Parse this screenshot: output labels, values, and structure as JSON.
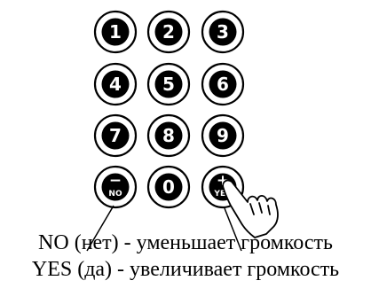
{
  "keypad": {
    "keys": [
      {
        "id": "1",
        "label": "1"
      },
      {
        "id": "2",
        "label": "2"
      },
      {
        "id": "3",
        "label": "3"
      },
      {
        "id": "4",
        "label": "4"
      },
      {
        "id": "5",
        "label": "5"
      },
      {
        "id": "6",
        "label": "6"
      },
      {
        "id": "7",
        "label": "7"
      },
      {
        "id": "8",
        "label": "8"
      },
      {
        "id": "9",
        "label": "9"
      },
      {
        "id": "no",
        "symbol": "−",
        "label": "NO"
      },
      {
        "id": "0",
        "label": "0"
      },
      {
        "id": "yes",
        "symbol": "+",
        "label": "YES"
      }
    ]
  },
  "captions": {
    "no": "NO (нет) - уменьшает громкость",
    "yes": "YES (да) - увеличивает громкость"
  },
  "colors": {
    "ink": "#000000",
    "paper": "#ffffff"
  }
}
